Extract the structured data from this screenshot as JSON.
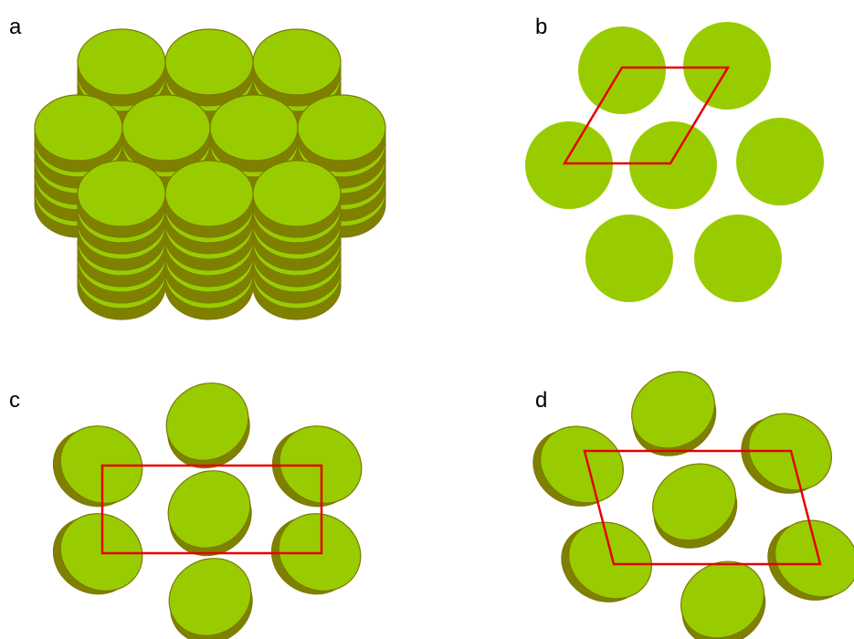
{
  "panels": {
    "a": {
      "label": "a"
    },
    "b": {
      "label": "b"
    },
    "c": {
      "label": "c"
    },
    "d": {
      "label": "d"
    }
  },
  "colors": {
    "disc_top": "#99cc00",
    "disc_side": "#808000",
    "disc_outline": "#7a7a00",
    "unit_cell": "#e30000",
    "background": "#ffffff"
  }
}
